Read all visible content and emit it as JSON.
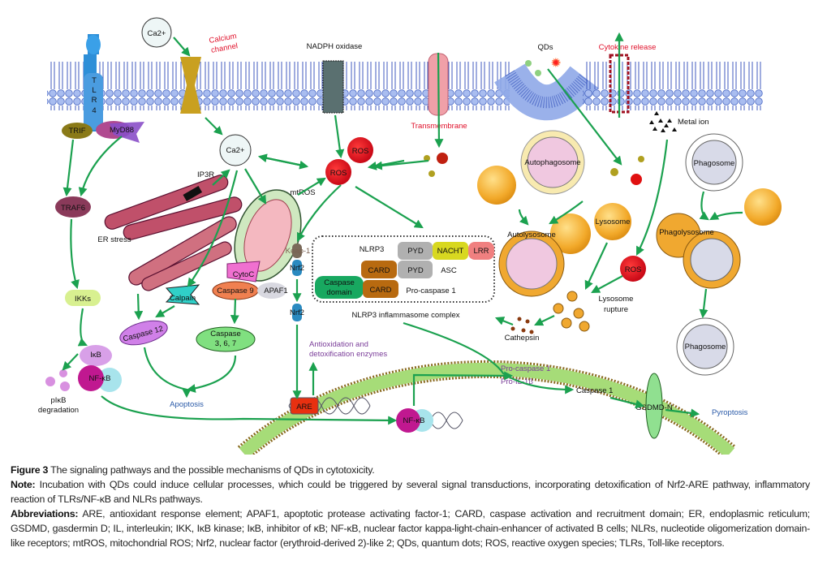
{
  "figure": {
    "labels": {
      "ca_top": "Ca2+",
      "ca_mid": "Ca2+",
      "calcium_channel": [
        "Calcium",
        "channel"
      ],
      "tlr4": [
        "T",
        "L",
        "R",
        "4"
      ],
      "trif": "TRIF",
      "myd88": "MyD88",
      "nadph": "NADPH oxidase",
      "transmembrane": "Transmembrane",
      "qds": "QDs",
      "cytokine": "Cytokine release",
      "metal_ion": "Metal ion",
      "ros1": "ROS",
      "ros2": "ROS",
      "ros3": "ROS",
      "ip3r": "IP3R",
      "mtros": "mtROS",
      "traf6": "TRAF6",
      "er_stress": "ER stress",
      "ikks": "IKKs",
      "calpain": "Calpain",
      "caspase12": "Caspase 12",
      "cytoc": "CytoC",
      "caspase9": "Caspase 9",
      "apaf1": "APAF1",
      "caspase367": [
        "Caspase",
        "3, 6, 7"
      ],
      "apoptosis": "Apoptosis",
      "ikb": "IκB",
      "nfkb1": "NF-κB",
      "nfkb2": "NF-κB",
      "pikb": [
        "pIκB",
        "degradation"
      ],
      "keap1": "Keap-1",
      "nrf2a": "Nrf2",
      "nrf2b": "Nrf2",
      "nlrp3": "NLRP3",
      "pyd1": "PYD",
      "nacht": "NACHT",
      "lrr": "LRR",
      "card1": "CARD",
      "pyd2": "PYD",
      "asc": "ASC",
      "caspase_domain": [
        "Caspase",
        "domain"
      ],
      "card2": "CARD",
      "procaspase1_box": "Pro-caspase 1",
      "inflammasome": "NLRP3 inflammasome complex",
      "antiox": [
        "Antioxidation and",
        "detoxification enzymes"
      ],
      "are": "ARE",
      "procaspase1": "Pro-caspase 1",
      "proil1b": "Pro-IL-1β",
      "caspase1": "Caspase 1",
      "gsdmd": "GSDMD-N",
      "pyroptosis": "Pyroptosis",
      "autophagosome": "Autophagosome",
      "autolysosome": "Autolysosome",
      "lysosome": "Lysosome",
      "lysosome_rupture": [
        "Lysosome",
        "rupture"
      ],
      "cathepsin": "Cathepsin",
      "phagosome1": "Phagosome",
      "phagolysosome": "Phagolysosome",
      "phagosome2": "Phagosome"
    },
    "colors": {
      "arrow": "#1ba14f",
      "membrane": "#8fa8e8",
      "red_label": "#e0102a",
      "ros": "#d8141c",
      "lysosome": "#f0a830"
    }
  },
  "caption": {
    "figure_label": "Figure 3",
    "figure_title": "The signaling pathways and the possible mechanisms of QDs in cytotoxicity.",
    "note_label": "Note:",
    "note_text": "Incubation with QDs could induce cellular processes, which could be triggered by several signal transductions, incorporating detoxification of Nrf2-ARE pathway, inflammatory reaction of TLRs/NF-κB and NLRs pathways.",
    "abbr_label": "Abbreviations:",
    "abbr_text": "ARE, antioxidant response element; APAF1, apoptotic protease activating factor-1; CARD, caspase activation and recruitment domain; ER, endoplasmic reticulum; GSDMD, gasdermin D; IL, interleukin; IKK, IκB kinase; IκB, inhibitor of κB; NF-κB, nuclear factor kappa-light-chain-enhancer of activated B cells; NLRs, nucleotide oligomerization domain-like receptors; mtROS, mitochondrial ROS; Nrf2, nuclear factor (erythroid-derived 2)-like 2; QDs, quantum dots; ROS, reactive oxygen species; TLRs, Toll-like receptors."
  }
}
